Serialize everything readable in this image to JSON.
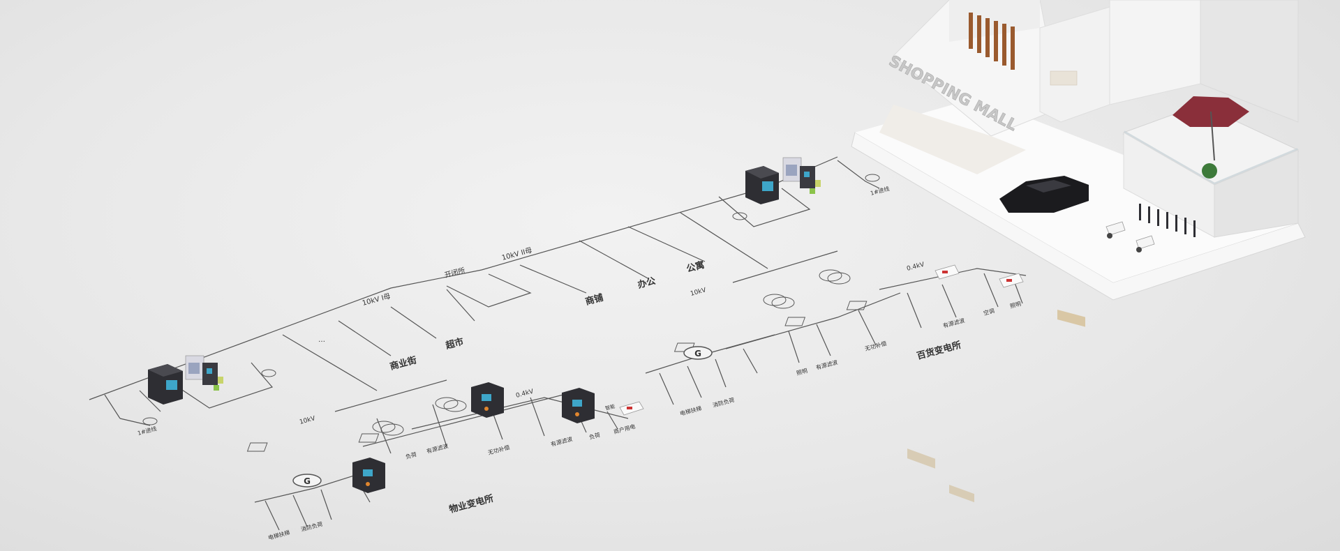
{
  "labels": {
    "bus1": "10kV I母",
    "bus2": "10kV II母",
    "switch_station": "开闭所",
    "street": "商业街",
    "supermarket": "超市",
    "shops": "商铺",
    "office": "办公",
    "apartment": "公寓",
    "v10_right": "10kV",
    "v10_left": "10kV",
    "v04_left": "0.4kV",
    "v04_right": "0.4kV",
    "incoming_left": "1#进线",
    "incoming_right": "1#进线",
    "ellipsis": "…",
    "property_sub": "物业变电所",
    "mall_sub": "百货变电所",
    "gen_left": "G",
    "gen_right": "G",
    "load_elevator_left": "电梯扶梯",
    "load_fire_left": "消防负荷",
    "load_elevator_right": "电梯扶梯",
    "load_fire_right": "消防负荷",
    "load_lighting_right": "照明",
    "load_filter_right1": "有源滤波",
    "load_reactive_right": "无功补偿",
    "load_filter_right2": "有源滤波",
    "load_ac_right": "空调",
    "load_lighting_right2": "照明",
    "load_charge_left": "负荷",
    "load_filter_left1": "有源滤波",
    "load_reactive_left": "无功补偿",
    "load_filter_left2": "有源滤波",
    "load_load_left": "负荷",
    "load_tenant_left": "商户用电",
    "load_smart_left": "智能"
  },
  "building": {
    "sign": "SHOPPING MALL"
  },
  "colors": {
    "line": "#555555",
    "device_dark": "#2e2e33",
    "screen": "#3ea6c9",
    "awning": "#8a2f3a",
    "car": "#1b1b1e",
    "wood": "#9a5a2e"
  }
}
